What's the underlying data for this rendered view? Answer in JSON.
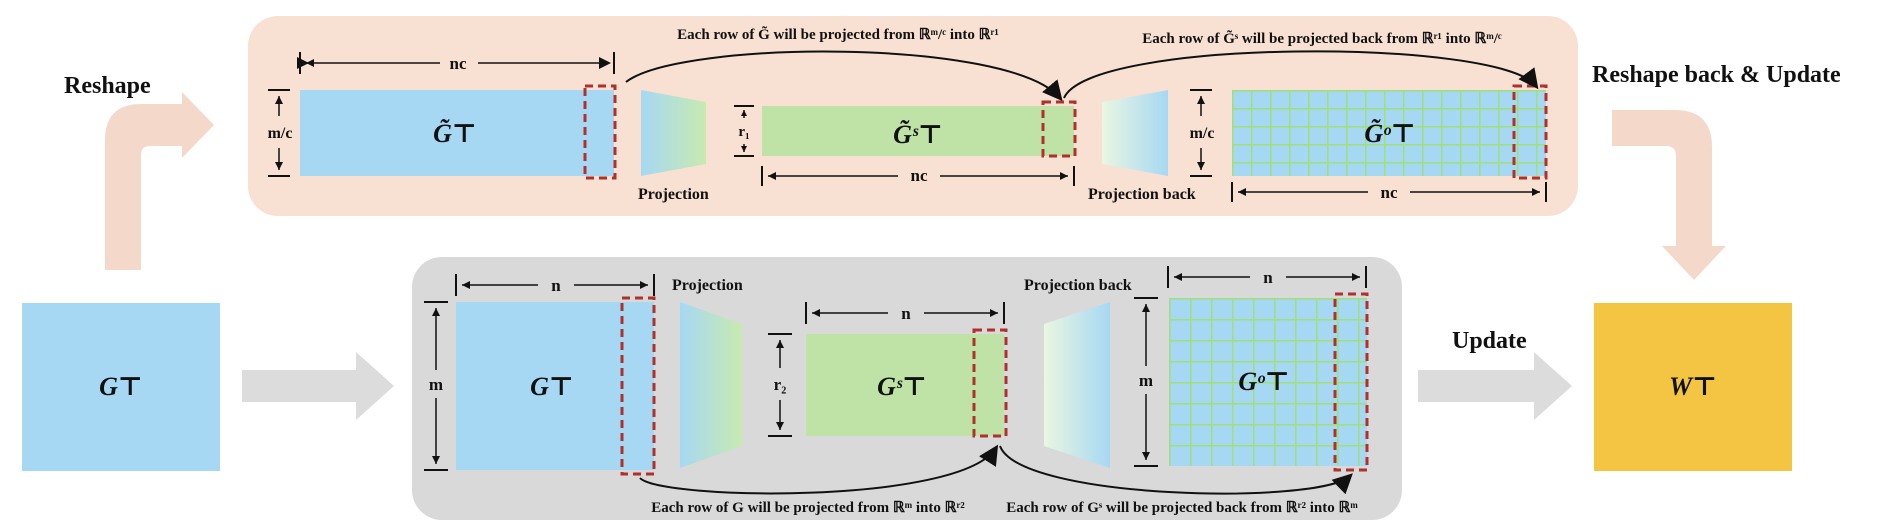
{
  "labels": {
    "reshape": "Reshape",
    "reshape_back": "Reshape back & Update",
    "update": "Update",
    "proj": "Projection",
    "proj_back": "Projection back",
    "top_note_left": "Each row of G̃ will be projected from ℝᵐ/ᶜ into ℝʳ¹",
    "top_note_right": "Each row of G̃ˢ will be projected back from ℝʳ¹ into ℝᵐ/ᶜ",
    "bot_note_left": "Each row of G will be projected from ℝᵐ into ℝʳ²",
    "bot_note_right": "Each row of Gˢ will be projected back from ℝʳ² into ℝᵐ"
  },
  "dims": {
    "nc": "nc",
    "m_over_c": "m/c",
    "r1": "r₁",
    "n": "n",
    "m": "m",
    "r2": "r₂"
  },
  "matrices": {
    "g_input": "G⊤",
    "g_tilde": "G̃⊤",
    "gs_tilde": "G̃ˢ⊤",
    "go_tilde": "G̃ᵒ⊤",
    "g": "G⊤",
    "gs": "Gˢ⊤",
    "go": "Gᵒ⊤",
    "w": "W⊤"
  },
  "colors": {
    "blue": "#a6d8f3",
    "green": "#bfe3a6",
    "orange": "#f4c542",
    "panel_top": "#f8e1d3",
    "panel_bottom": "#d9d9d9",
    "dashed_red": "#b0312b",
    "arrow_light": "#f4d9cb",
    "arrow_gray": "#dcdcdc"
  }
}
